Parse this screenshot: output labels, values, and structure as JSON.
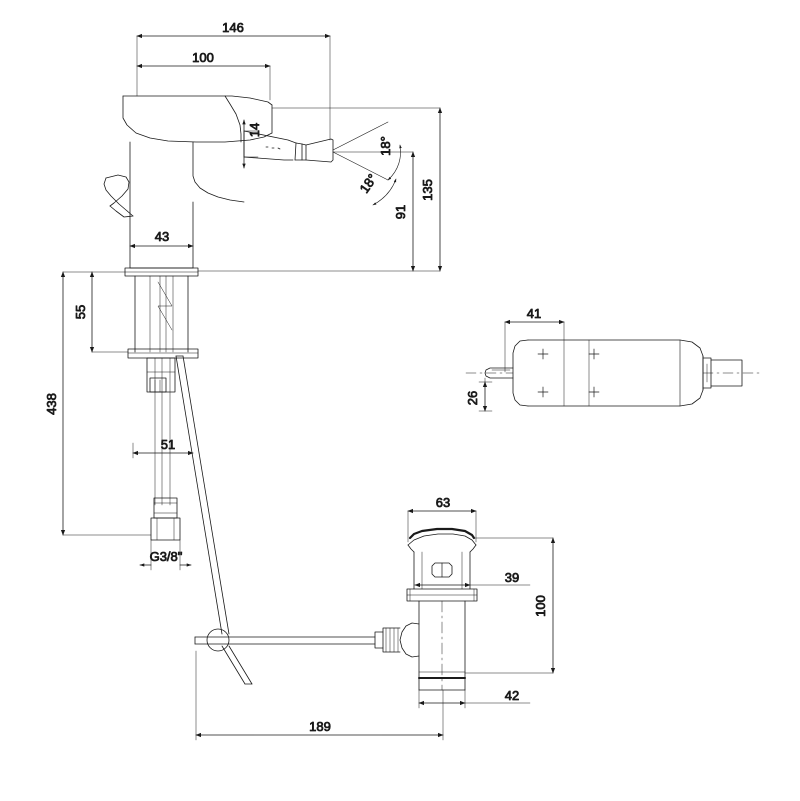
{
  "drawing": {
    "title": "Single lever bidet mixer with pop-up waste - dimensioned technical drawing",
    "type": "technical-line-drawing",
    "units": "mm",
    "background_color": "#ffffff",
    "line_color": "#1a1a1a",
    "dimension_color": "#1a1a1a",
    "views": [
      {
        "id": "front-elevation",
        "label": ""
      },
      {
        "id": "top-view-handle",
        "label": ""
      },
      {
        "id": "pop-up-waste-detail",
        "label": ""
      }
    ]
  },
  "dimensions": {
    "overall_projection": "146",
    "spout_reach": "100",
    "aerator_height": "14",
    "body_width": "43",
    "spout_height_total": "135",
    "spout_height_outlet": "91",
    "angle_upper": "18°",
    "angle_lower": "18°",
    "shank_to_plate": "55",
    "total_height": "438",
    "flex_hose_length": "51",
    "thread_size": "G3/8\"",
    "handle_length": "41",
    "handle_width": "26",
    "waste_flange_dia": "63",
    "waste_plug_dia": "39",
    "waste_height": "100",
    "waste_body_dia": "42",
    "rod_to_waste": "189"
  },
  "labels": {
    "d146": "146",
    "d100": "100",
    "d14": "14",
    "d43": "43",
    "d135": "135",
    "d91": "91",
    "a18_top": "18°",
    "a18_bottom": "18°",
    "d55": "55",
    "d438": "438",
    "d51": "51",
    "g38": "G3/8\"",
    "d41": "41",
    "d26": "26",
    "d63": "63",
    "d39": "39",
    "d100b": "100",
    "d42": "42",
    "d189": "189"
  }
}
